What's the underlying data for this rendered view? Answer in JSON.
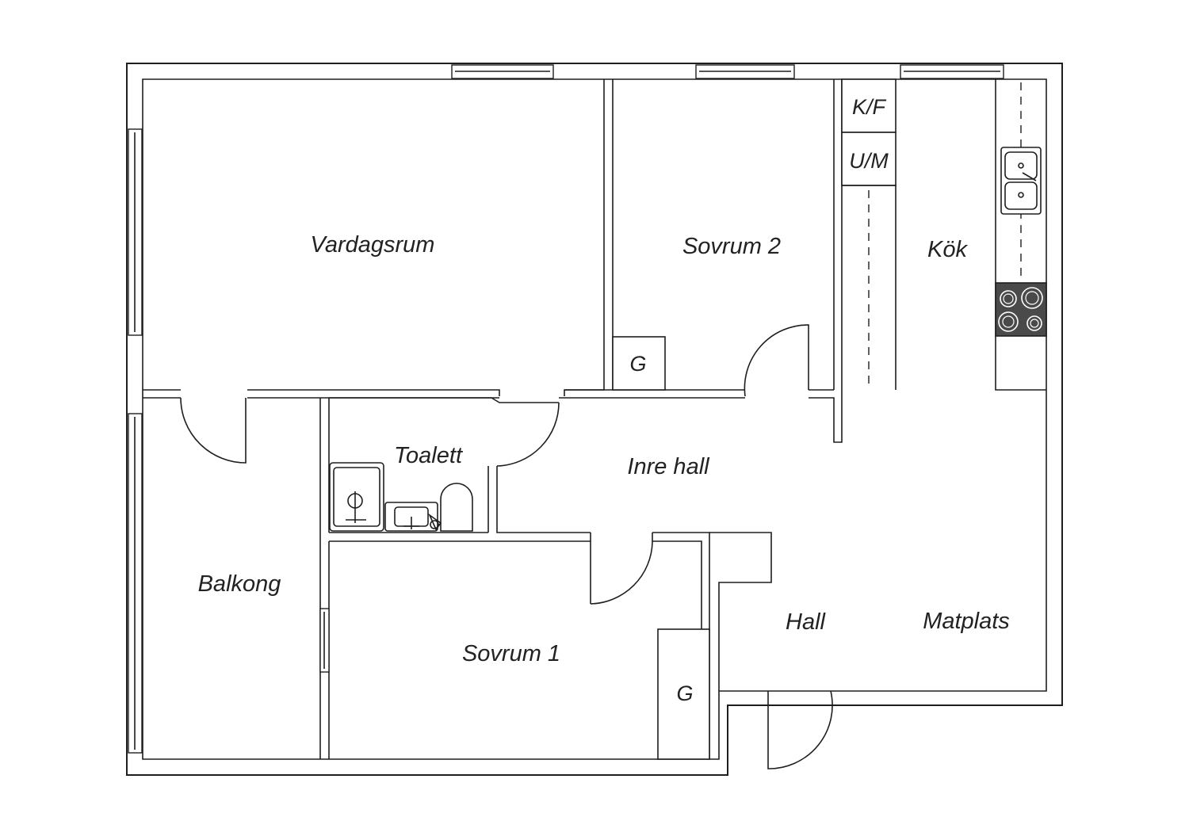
{
  "rooms": {
    "vardagsrum": "Vardagsrum",
    "sovrum2": "Sovrum 2",
    "kok": "Kök",
    "kf": "K/F",
    "um": "U/M",
    "g_sovrum2": "G",
    "toalett": "Toalett",
    "inre_hall": "Inre hall",
    "balkong": "Balkong",
    "sovrum1": "Sovrum 1",
    "g_sovrum1": "G",
    "hall": "Hall",
    "matplats": "Matplats"
  },
  "icons": {
    "stove": "stove-icon",
    "sink": "kitchen-sink-icon",
    "shower": "shower-icon",
    "washbasin": "washbasin-icon",
    "toilet": "toilet-icon"
  },
  "colors": {
    "line": "#1e1e1e",
    "stove": "#4a4a4a",
    "background": "#ffffff"
  }
}
